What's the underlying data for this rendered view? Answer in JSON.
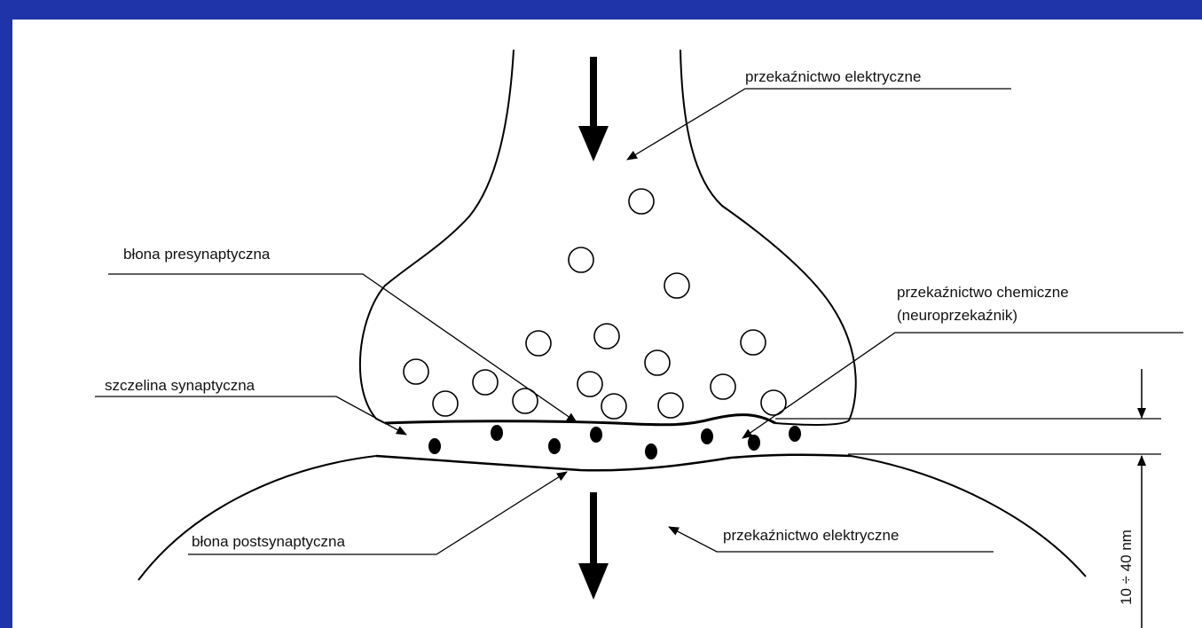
{
  "labels": {
    "electrical_top": "przekaźnictwo elektryczne",
    "presynaptic_membrane": "błona presynaptyczna",
    "chemical_line1": "przekaźnictwo chemiczne",
    "chemical_line2": "(neuroprzekaźnik)",
    "synaptic_cleft": "szczelina synaptyczna",
    "postsynaptic_membrane": "błona postsynaptyczna",
    "electrical_bottom": "przekaźnictwo elektryczne",
    "cleft_width": "10 ÷ 40 nm"
  },
  "colors": {
    "background": "#1f34a8",
    "canvas": "#ffffff",
    "ink": "#000000"
  }
}
